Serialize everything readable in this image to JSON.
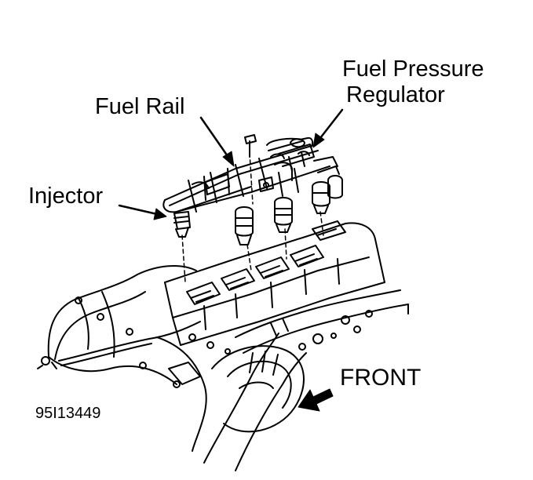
{
  "labels": {
    "fuel_rail": "Fuel Rail",
    "fuel_pressure_regulator_line1": "Fuel Pressure",
    "fuel_pressure_regulator_line2": "Regulator",
    "injector": "Injector",
    "front": "FRONT"
  },
  "figure_id": "95I13449",
  "colors": {
    "ink": "#000000",
    "background": "#ffffff"
  }
}
